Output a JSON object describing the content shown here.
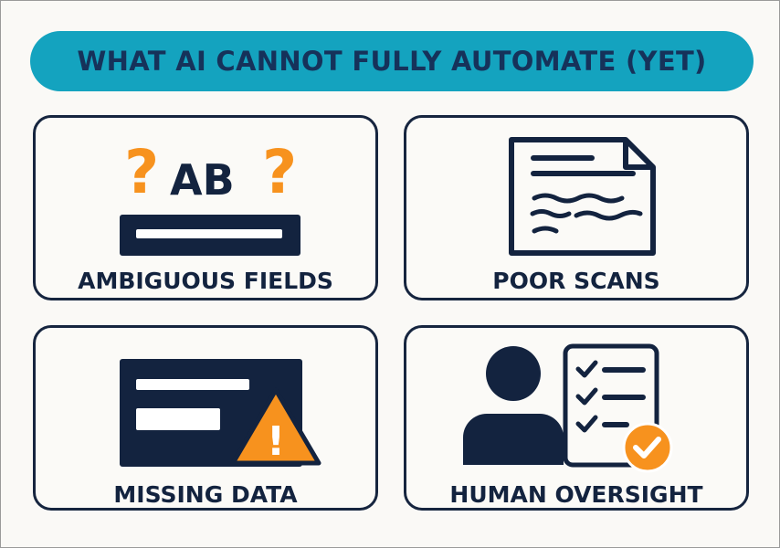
{
  "title": "WHAT AI CANNOT FULLY AUTOMATE (YET)",
  "cards": [
    {
      "label": "AMBIGUOUS FIELDS",
      "icon": "question-ab-field-icon",
      "icon_text": "AB",
      "glyph": "?"
    },
    {
      "label": "POOR SCANS",
      "icon": "blurry-document-icon"
    },
    {
      "label": "MISSING DATA",
      "icon": "missing-field-warning-icon",
      "glyph": "!"
    },
    {
      "label": "HUMAN OVERSIGHT",
      "icon": "person-checklist-icon"
    }
  ],
  "colors": {
    "banner": "#14a3bf",
    "title_text": "#16325a",
    "navy": "#13233f",
    "orange": "#f7921e",
    "background": "#faf9f6"
  }
}
